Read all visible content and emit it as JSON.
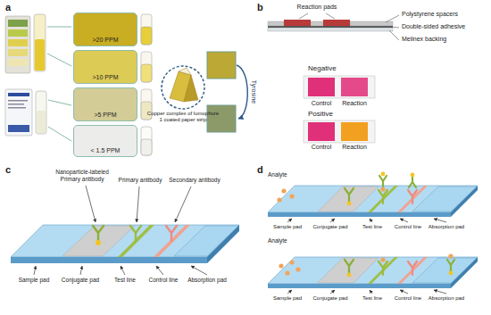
{
  "diagram": {
    "nodes": [
      {
        "text": [
          ">20 PPM"
        ]
      },
      {
        "text": [
          ">10 PPM"
        ]
      },
      {
        "text": [
          ">5 PPM"
        ]
      },
      {
        "text": [
          "< 1.5 PPM"
        ]
      }
    ],
    "labels": [
      "a",
      "Copper complex of lumophore 1 coated paper strip",
      "Tyrosine",
      "b",
      "Reaction pads",
      "Polystyrene spacers",
      "Double-sided adhesive",
      "Melinex backing",
      "Negative",
      "Control",
      "Reaction",
      "Positive",
      "Control",
      "Reaction",
      "c",
      "Nanoparticle-labeled Primary antibody",
      "Primary antibody",
      "Secondary antibody",
      "Sample pad",
      "Conjugate pad",
      "Test line",
      "Control line",
      "Absorption pad",
      "d",
      "Analyte",
      "Sample pad",
      "Conjugate pad",
      "Test line",
      "Control line",
      "Absorption pad",
      "Analyte",
      "Sample pad",
      "Conjugate pad",
      "Test line",
      "Control line",
      "Absorption pad"
    ]
  }
}
